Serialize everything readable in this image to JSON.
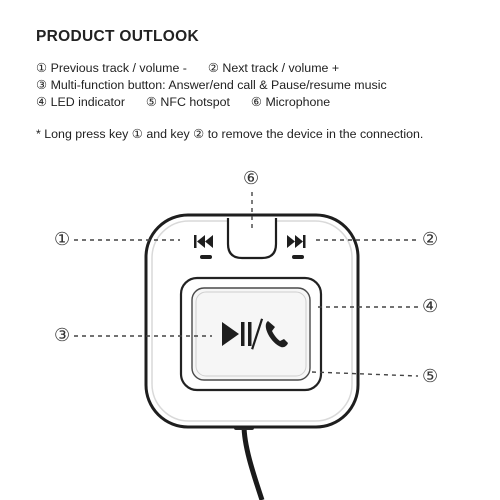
{
  "title": "PRODUCT OUTLOOK",
  "legend": [
    {
      "num": "①",
      "text": "Previous track / volume -"
    },
    {
      "num": "②",
      "text": "Next track / volume +"
    },
    {
      "num": "③",
      "text": "Multi-function button: Answer/end call & Pause/resume music"
    },
    {
      "num": "④",
      "text": "LED indicator"
    },
    {
      "num": "⑤",
      "text": "NFC hotspot"
    },
    {
      "num": "⑥",
      "text": "Microphone"
    }
  ],
  "note": {
    "prefix": "* Long press key",
    "key1": "①",
    "middle": "and key",
    "key2": "②",
    "suffix": "to remove the device in the connection."
  },
  "callouts": {
    "c1": "①",
    "c2": "②",
    "c3": "③",
    "c4": "④",
    "c5": "⑤",
    "c6": "⑥"
  },
  "icons": {
    "previous": "previous-track-icon",
    "next": "next-track-icon",
    "play_pause": "play-pause-icon",
    "phone": "phone-icon",
    "microphone": "microphone-icon"
  }
}
